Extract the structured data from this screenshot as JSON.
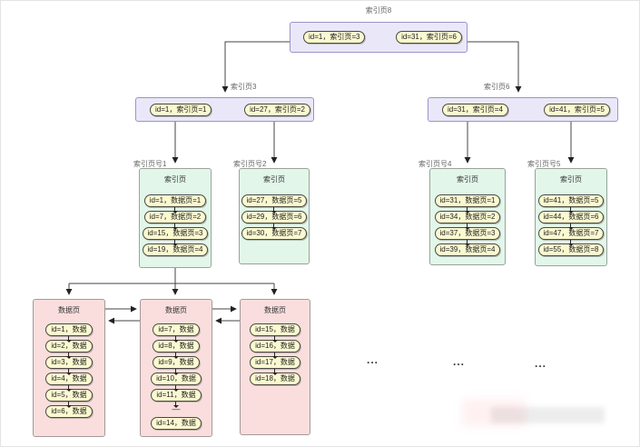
{
  "diagram": {
    "root": {
      "label": "索引页8",
      "entries": [
        "id=1，索引页=3",
        "id=31，索引页=6"
      ]
    },
    "level2": [
      {
        "label": "索引页3",
        "entries": [
          "id=1，索引页=1",
          "id=27，索引页=2"
        ]
      },
      {
        "label": "索引页6",
        "entries": [
          "id=31，索引页=4",
          "id=41，索引页=5"
        ]
      }
    ],
    "index_pages": [
      {
        "label": "索引页号1",
        "title": "索引页",
        "entries": [
          "id=1，数据页=1",
          "id=7，数据页=2",
          "id=15，数据页=3",
          "id=19，数据页=4"
        ]
      },
      {
        "label": "索引页号2",
        "title": "索引页",
        "entries": [
          "id=27，数据页=5",
          "id=29，数据页=6",
          "id=30，数据页=7"
        ]
      },
      {
        "label": "索引页号4",
        "title": "索引页",
        "entries": [
          "id=31，数据页=1",
          "id=34，数据页=2",
          "id=37，数据页=3",
          "id=39，数据页=4"
        ]
      },
      {
        "label": "索引页号5",
        "title": "索引页",
        "entries": [
          "id=41，数据页=5",
          "id=44，数据页=6",
          "id=47，数据页=7",
          "id=55，数据页=8"
        ]
      }
    ],
    "data_pages": [
      {
        "title": "数据页",
        "entries": [
          "id=1，数据",
          "id=2，数据",
          "id=3，数据",
          "id=4，数据",
          "id=5，数据",
          "id=6，数据"
        ]
      },
      {
        "title": "数据页",
        "entries": [
          "id=7，数据",
          "id=8，数据",
          "id=9，数据",
          "id=10，数据",
          "id=11，数据",
          "—",
          "id=14，数据"
        ]
      },
      {
        "title": "数据页",
        "entries": [
          "id=15，数据",
          "id=16，数据",
          "id=17，数据",
          "id=18，数据"
        ]
      }
    ],
    "ellipsis": "...",
    "colors": {
      "lavender_fill": "#eae8f8",
      "green_fill": "#e2f6ea",
      "pink_fill": "#fadedd",
      "entry_fill": "#fbf9d0",
      "arrow": "#333333"
    }
  }
}
